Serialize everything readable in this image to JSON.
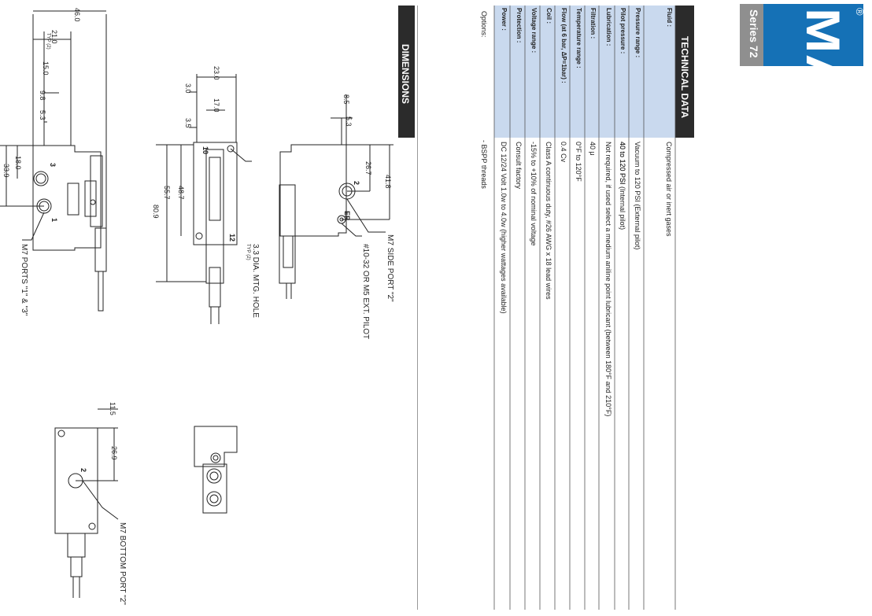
{
  "brand": {
    "logo_text": "MAC",
    "registered_mark": "®",
    "series_label": "Series 72",
    "colors": {
      "brand_blue": "#1571b6",
      "series_gray": "#8f8f8f",
      "header_dark": "#2b2b2b",
      "table_blue": "#c9d9ee"
    }
  },
  "technical_data": {
    "header": "TECHNICAL DATA",
    "rows": [
      {
        "label": "Fluid :",
        "value": "Compressed air or inert gases"
      },
      {
        "label": "Pressure range :",
        "value": "Vacuum to 120 PSI (External pilot)",
        "value2": "40 to 120 PSI (Internal pilot)"
      },
      {
        "label": "Pilot pressure :",
        "value": "40 to 120 PSI"
      },
      {
        "label": "Lubrication :",
        "value": "Not required, if used select a medium aniline point lubricant (between 180°F and 210°F)"
      },
      {
        "label": "Filtration :",
        "value": "40 μ"
      },
      {
        "label": "Temperature range :",
        "value": "0°F to 120°F"
      },
      {
        "label": "Flow (at 6 bar, ΔP=1bar) :",
        "value": "0.4 Cv"
      },
      {
        "label": "Coil :",
        "value": "Class A continuous duty, #26 AWG x 18 lead wires"
      },
      {
        "label": "Voltage range :",
        "value": "-15% to +10% of nominal voltage"
      },
      {
        "label": "Protection :",
        "value": "Consult factory"
      },
      {
        "label": "Power :",
        "value": "DC 12/24 Volt 1.0w to 4.0w (higher wattages available)"
      }
    ],
    "options_label": "Options:",
    "options_value": "- BSPP threads"
  },
  "dimensions": {
    "header": "DIMENSIONS",
    "dims": {
      "d46": "46.0",
      "d21": "21.0",
      "typ2": "TYP (2)",
      "d15": "15.0",
      "d98": "9.8",
      "d53": "5.3",
      "d18": "18.0",
      "d339": "33.9",
      "d23": "23.0",
      "d30": "3.0",
      "d170": "17.0",
      "d35": "3.5",
      "d557": "55.7",
      "d487": "48.7",
      "d809": "80.9",
      "d85": "8.5",
      "d53b": "5.3",
      "d267": "26.7",
      "d418": "41.8",
      "d115": "11.5",
      "d269": "26.9"
    },
    "callouts": {
      "ports13": "M7 PORTS \"1\" & \"3\"",
      "mtg_hole": "3.3 DIA. MTG. HOLE",
      "mtg_typ": "TYP (2)",
      "side_port": "M7 SIDE PORT \"2\"",
      "ext_pilot": "#10-32 OR M5 EXT. PILOT",
      "bottom_port": "M7 BOTTOM PORT \"2\""
    },
    "port_marks": {
      "p1": "1",
      "p2": "2",
      "p3": "3",
      "p12": "12",
      "p10": "10",
      "pEP": "EP"
    }
  }
}
